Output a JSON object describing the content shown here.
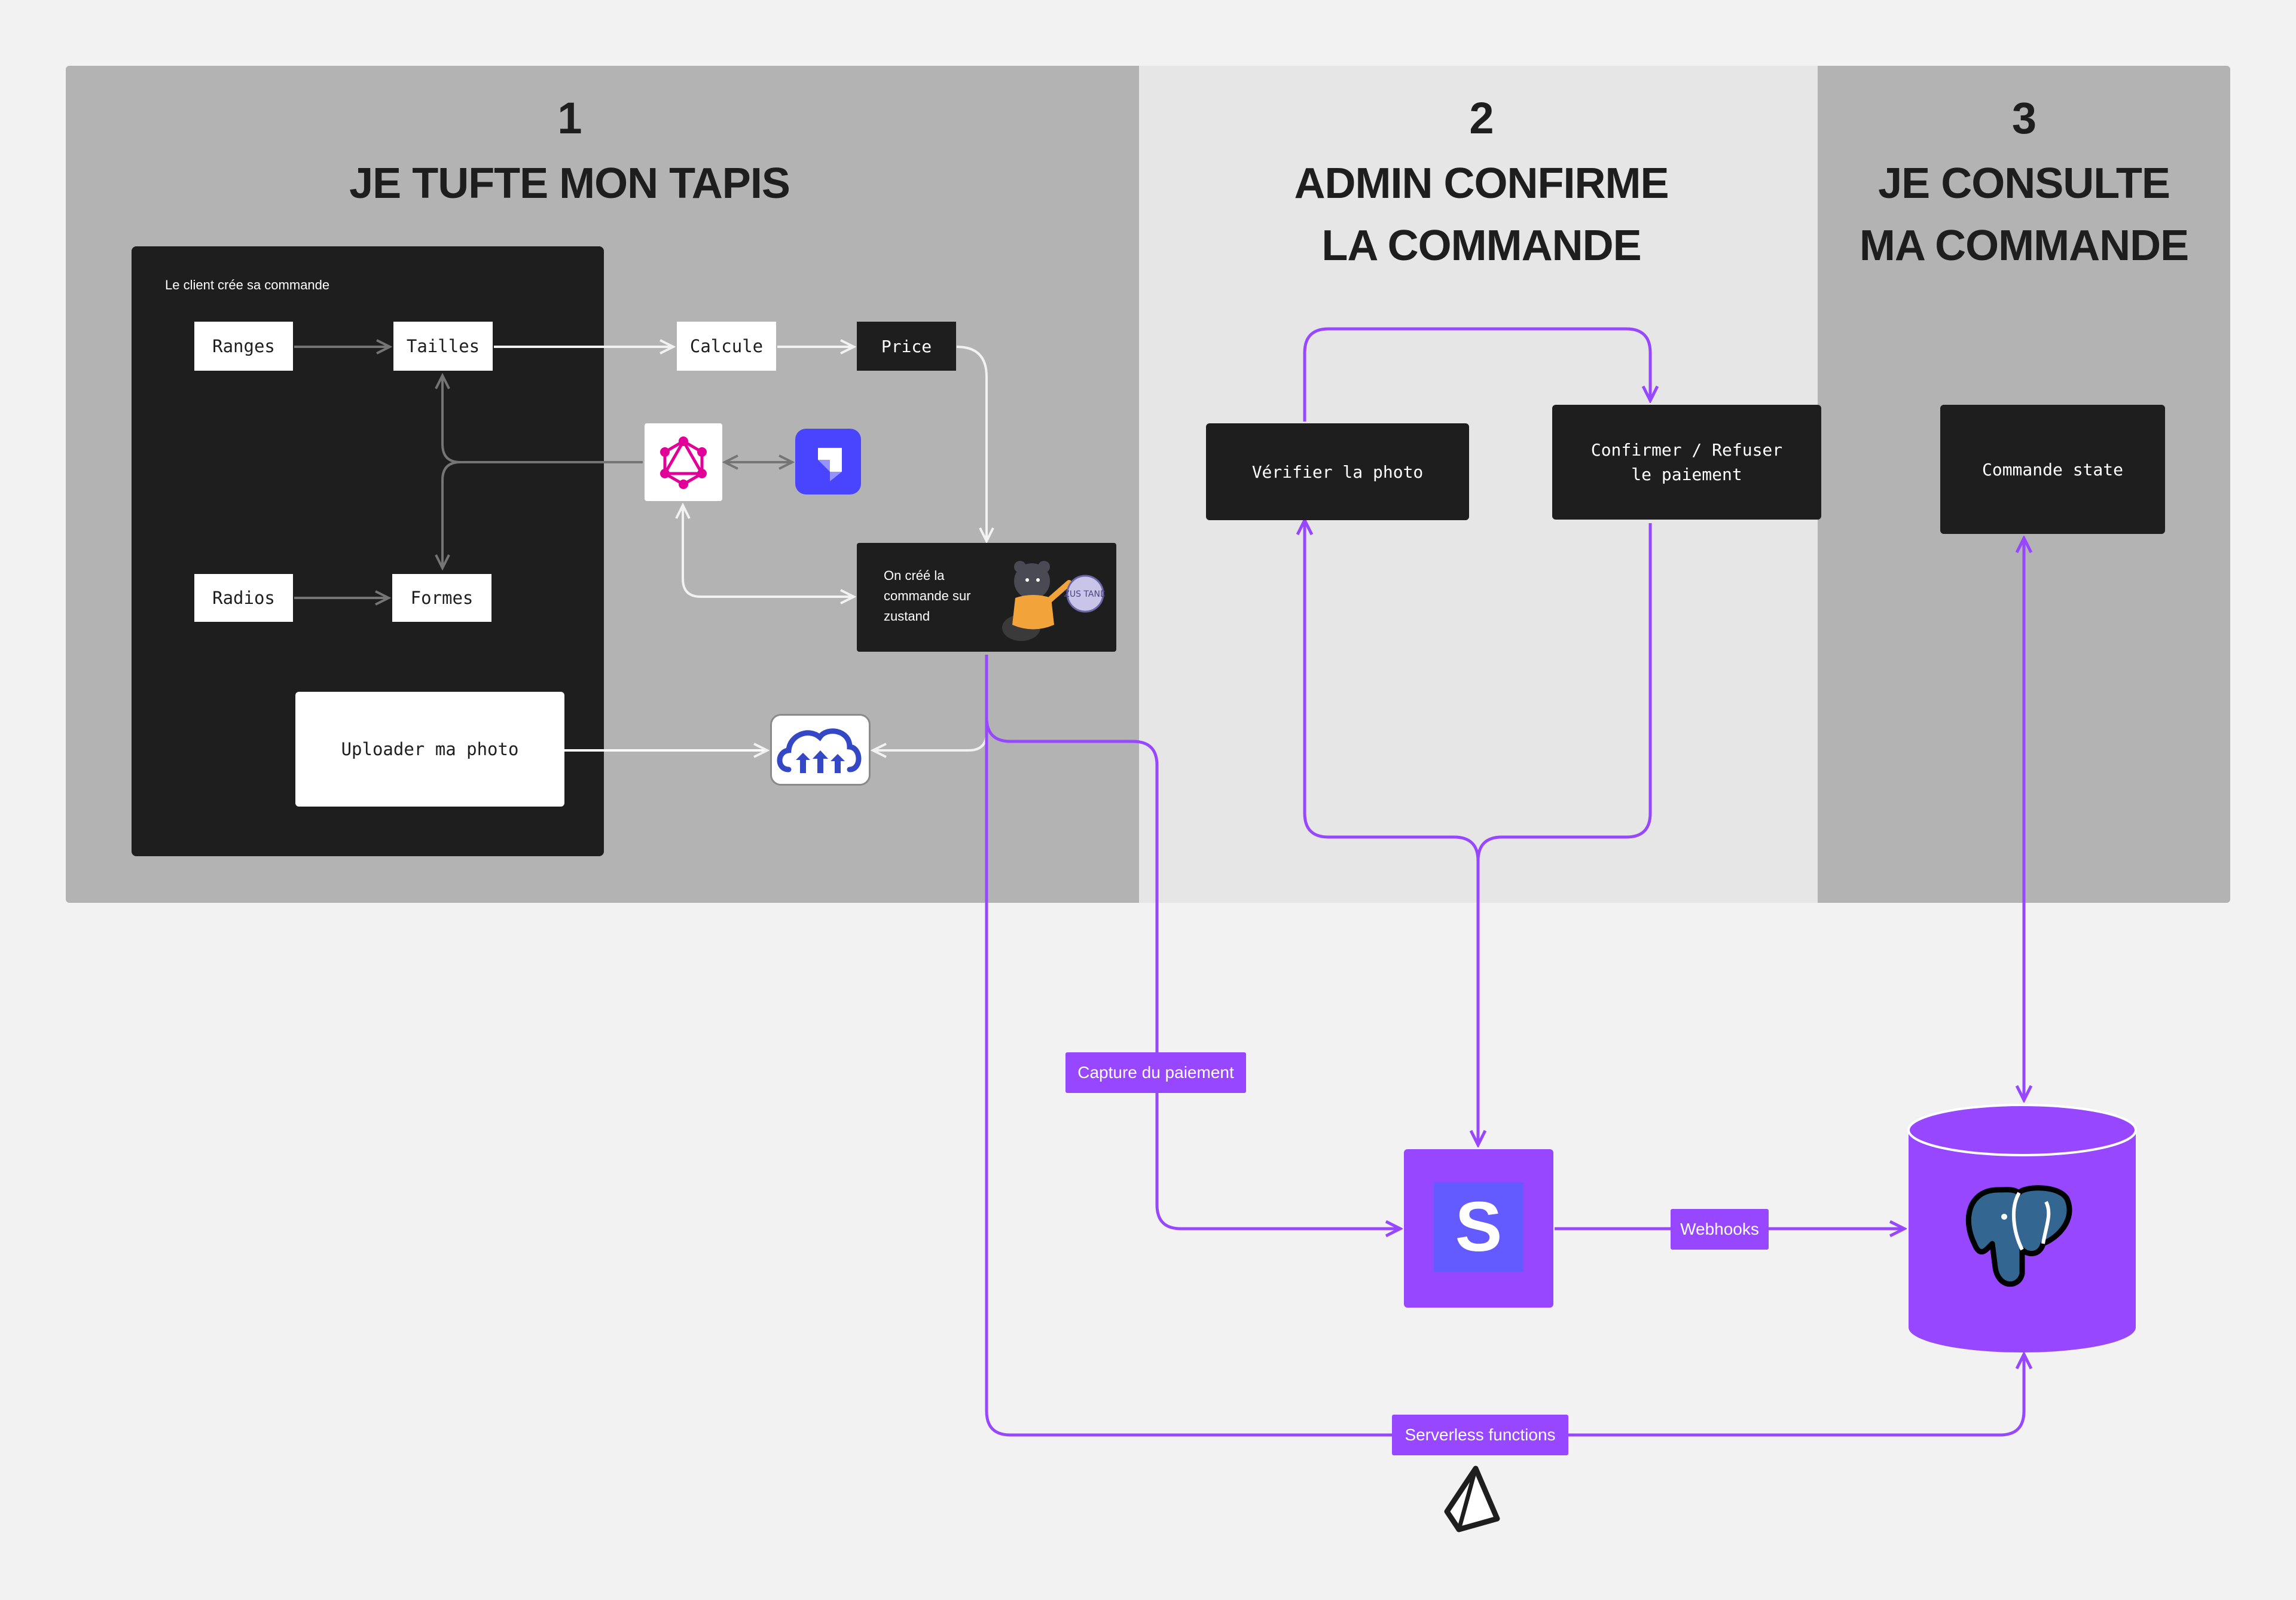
{
  "sections": [
    {
      "number": "1",
      "title_lines": [
        "JE TUFTE MON TAPIS"
      ]
    },
    {
      "number": "2",
      "title_lines": [
        "ADMIN CONFIRME",
        "LA COMMANDE"
      ]
    },
    {
      "number": "3",
      "title_lines": [
        "JE CONSULTE",
        "MA COMMANDE"
      ]
    }
  ],
  "client_panel": {
    "label": "Le client crée sa commande",
    "nodes": {
      "ranges": "Ranges",
      "tailles": "Tailles",
      "radios": "Radios",
      "formes": "Formes",
      "upload": "Uploader ma photo"
    }
  },
  "flow_nodes": {
    "calcule": "Calcule",
    "price": "Price",
    "zustand_text": "On créé la commande sur zustand",
    "zustand_badge": "ZUS TAND"
  },
  "admin_nodes": {
    "verify": "Vérifier la photo",
    "confirm": "Confirmer / Refuser le paiement"
  },
  "consult_nodes": {
    "state": "Commande state"
  },
  "tags": {
    "capture": "Capture du paiement",
    "webhooks": "Webhooks",
    "serverless": "Serverless functions"
  },
  "stripe_letter": "S",
  "icons": {
    "graphql": "graphql-icon",
    "strapi": "strapi-icon",
    "cloudinary": "cloudinary-icon",
    "stripe": "stripe-icon",
    "postgres": "postgresql-icon",
    "prisma": "prisma-icon",
    "zustand_bear": "zustand-bear-icon"
  },
  "colors": {
    "accent": "#9747ff",
    "dark_panel": "#1e1e1e",
    "section_dark": "#b3b3b3",
    "section_light": "#e6e6e6",
    "graphql": "#e10098",
    "strapi": "#4945ff",
    "cloudinary": "#3448c5",
    "stripe": "#635bff",
    "postgres": "#336791"
  }
}
